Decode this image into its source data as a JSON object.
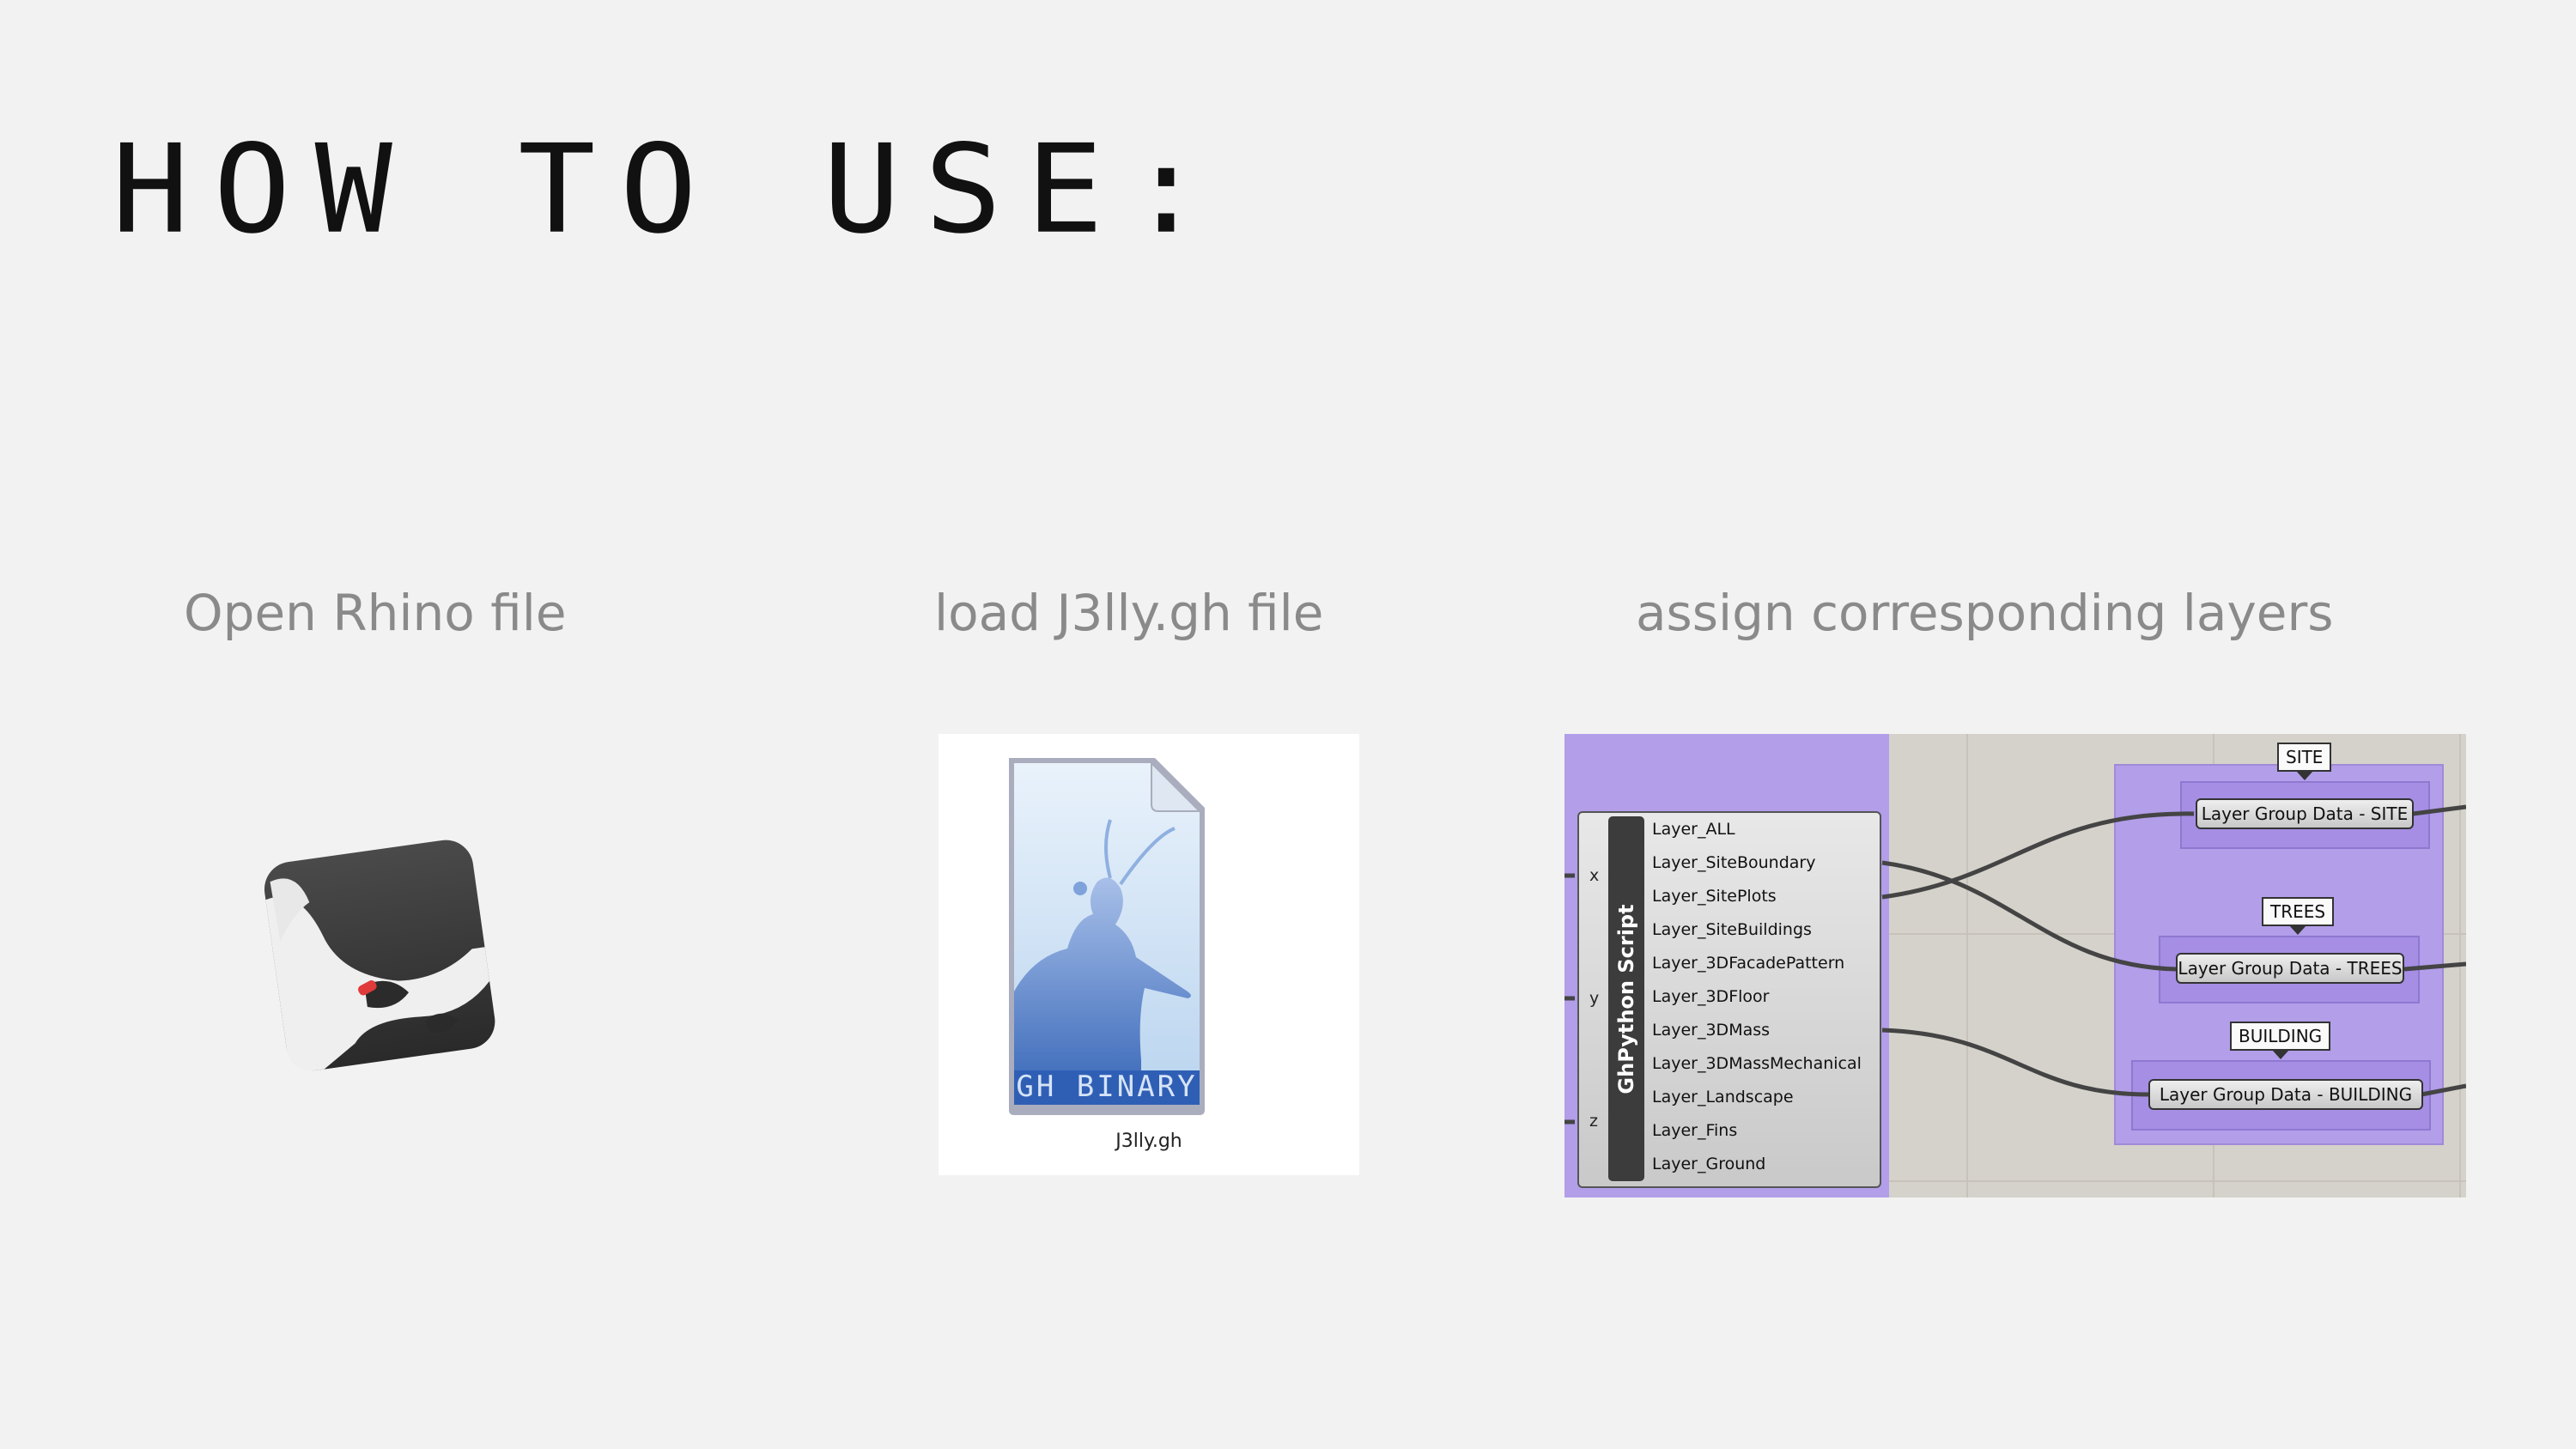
{
  "title": "HOW TO USE:",
  "steps": [
    {
      "label": "Open Rhino file",
      "icon": "rhino-logo-icon"
    },
    {
      "label": "load J3lly.gh file",
      "icon": "gh-binary-file-icon",
      "file_badge": "GH BINARY",
      "filename": "J3lly.gh"
    },
    {
      "label": "assign corresponding layers"
    }
  ],
  "grasshopper": {
    "component_name": "GhPython Script",
    "inputs": [
      "x",
      "y",
      "z"
    ],
    "outputs": [
      "Layer_ALL",
      "Layer_SiteBoundary",
      "Layer_SitePlots",
      "Layer_SiteBuildings",
      "Layer_3DFacadePattern",
      "Layer_3DFloor",
      "Layer_3DMass",
      "Layer_3DMassMechanical",
      "Layer_Landscape",
      "Layer_Fins",
      "Layer_Ground"
    ],
    "groups": [
      {
        "tag": "SITE",
        "node": "Layer Group Data - SITE"
      },
      {
        "tag": "TREES",
        "node": "Layer Group Data - TREES"
      },
      {
        "tag": "BUILDING",
        "node": "Layer Group Data - BUILDING"
      }
    ]
  },
  "colors": {
    "background": "#f2f2f2",
    "label_gray": "#8a8a8a",
    "group_purple": "#b29ee9",
    "canvas": "#d5d2cb",
    "gh_blue": "#2f5fb5"
  }
}
